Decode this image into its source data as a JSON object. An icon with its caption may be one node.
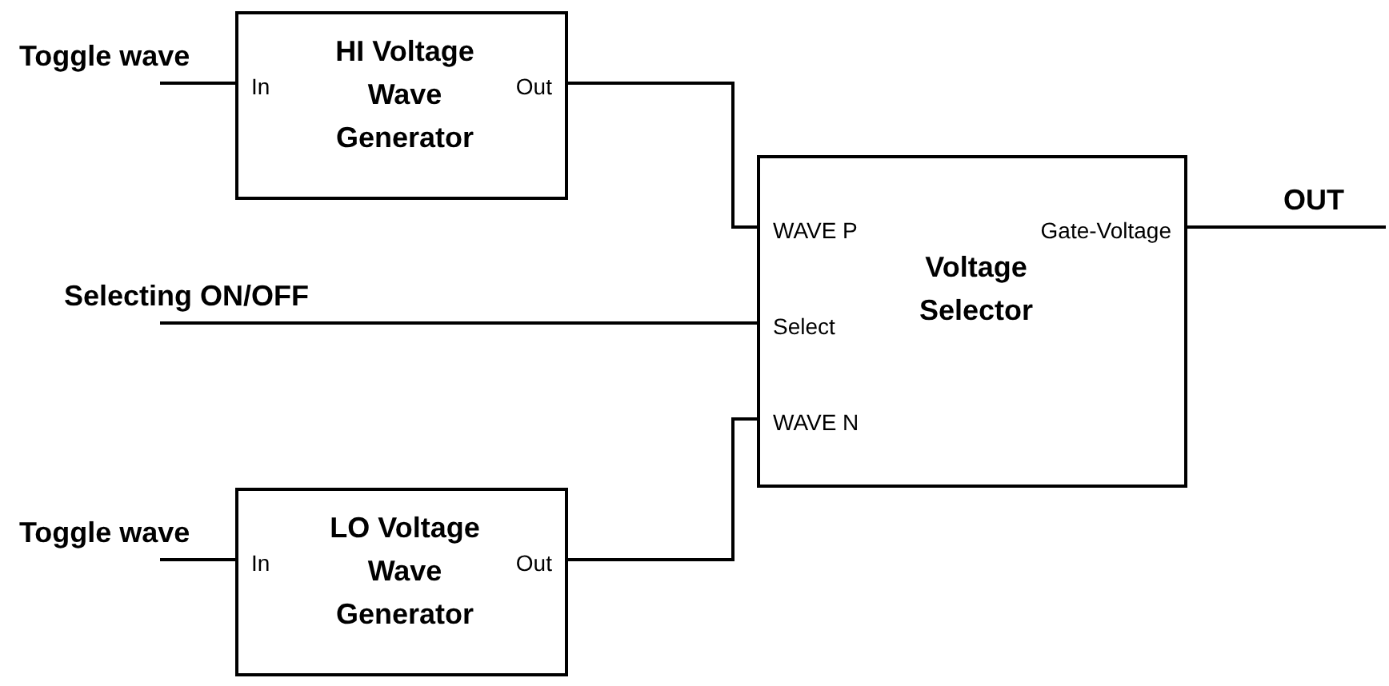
{
  "diagram": {
    "nodes": [
      {
        "text": [
          "Toggle wave"
        ]
      },
      {
        "text": [
          "In",
          "HI Voltage Wave Generator",
          "Out"
        ]
      },
      {
        "text": [
          "Selecting ON/OFF"
        ]
      },
      {
        "text": [
          "Voltage Selector",
          "WAVE P",
          "Gate-Voltage",
          "Select",
          "WAVE N"
        ]
      },
      {
        "text": [
          "OUT"
        ]
      },
      {
        "text": [
          "Toggle wave"
        ]
      },
      {
        "text": [
          "In",
          "LO Voltage Wave Generator",
          "Out"
        ]
      }
    ],
    "edges": [
      {
        "from": 0,
        "to": 1,
        "arrow": "none"
      },
      {
        "from": 1,
        "to": 3,
        "arrow": "none"
      },
      {
        "from": 2,
        "to": 3,
        "arrow": "none"
      },
      {
        "from": 3,
        "to": 4,
        "arrow": "none"
      },
      {
        "from": 5,
        "to": 6,
        "arrow": "none"
      },
      {
        "from": 6,
        "to": 3,
        "arrow": "none"
      }
    ]
  }
}
